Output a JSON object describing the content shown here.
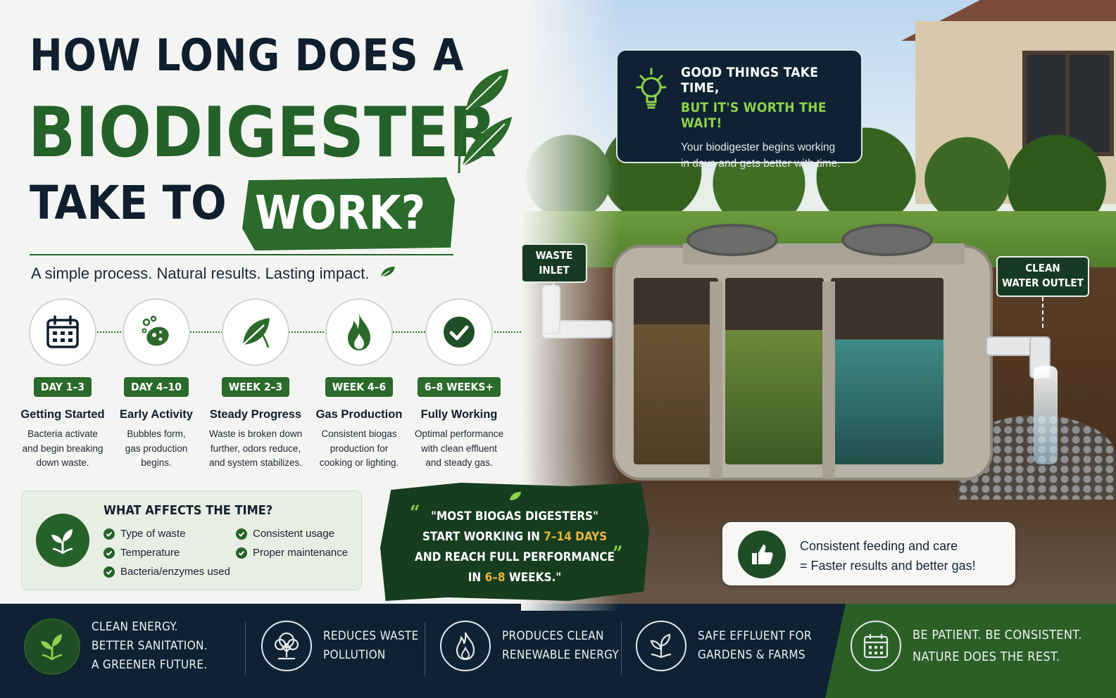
{
  "title": {
    "line1": "HOW LONG DOES A",
    "line2": "BIODIGESTER",
    "line3": "TAKE TO",
    "highlight": "WORK?"
  },
  "tagline": "A simple process. Natural results. Lasting impact.",
  "steps": [
    {
      "icon": "calendar-icon",
      "period": "DAY 1–3",
      "name": "Getting Started",
      "desc": [
        "Bacteria activate",
        "and begin breaking",
        "down waste."
      ]
    },
    {
      "icon": "bacteria-icon",
      "period": "DAY 4–10",
      "name": "Early Activity",
      "desc": [
        "Bubbles form,",
        "gas production",
        "begins."
      ]
    },
    {
      "icon": "leaf-icon",
      "period": "WEEK 2–3",
      "name": "Steady Progress",
      "desc": [
        "Waste is broken down",
        "further, odors reduce,",
        "and system stabilizes."
      ]
    },
    {
      "icon": "flame-icon",
      "period": "WEEK 4–6",
      "name": "Gas Production",
      "desc": [
        "Consistent biogas",
        "production for",
        "cooking or lighting."
      ]
    },
    {
      "icon": "check-icon",
      "period": "6–8 WEEKS+",
      "name": "Fully Working",
      "desc": [
        "Optimal performance",
        "with clean effluent",
        "and steady gas."
      ]
    }
  ],
  "affects": {
    "title": "WHAT AFFECTS THE TIME?",
    "items": [
      "Type of waste",
      "Temperature",
      "Bacteria/enzymes used",
      "Consistent usage",
      "Proper maintenance"
    ]
  },
  "quote": {
    "open_mark": "“",
    "close_mark": "”",
    "line1": "\"MOST BIOGAS DIGESTERS\"",
    "line2_a": "START WORKING IN ",
    "line2_hl": "7–14 DAYS",
    "line3": "AND REACH FULL PERFORMANCE",
    "line4_a": "IN ",
    "line4_hl": "6–8",
    "line4_b": " WEEKS.\""
  },
  "callout_top": {
    "line1": "GOOD THINGS TAKE TIME,",
    "line2": "BUT IT'S WORTH THE WAIT!",
    "body": [
      "Your biodigester begins working",
      "in days and gets better with time."
    ]
  },
  "labels": {
    "inlet": [
      "WASTE",
      "INLET"
    ],
    "outlet": [
      "CLEAN",
      "WATER OUTLET"
    ]
  },
  "callout_bottom": [
    "Consistent feeding and care",
    "= Faster results and better gas!"
  ],
  "bottom_bar": [
    {
      "icon": "leaves-icon",
      "lines": [
        "CLEAN ENERGY.",
        "BETTER SANITATION.",
        "A GREENER FUTURE."
      ]
    },
    {
      "icon": "tree-icon",
      "lines": [
        "REDUCES WASTE",
        "POLLUTION"
      ]
    },
    {
      "icon": "flame-icon",
      "lines": [
        "PRODUCES CLEAN",
        "RENEWABLE ENERGY"
      ]
    },
    {
      "icon": "sprout-icon",
      "lines": [
        "SAFE EFFLUENT FOR",
        "GARDENS & FARMS"
      ]
    },
    {
      "icon": "calendar-icon",
      "lines": [
        "BE PATIENT. BE CONSISTENT.",
        "NATURE DOES THE REST."
      ]
    }
  ],
  "colors": {
    "green": "#2b6a2a",
    "navy": "#0e2233",
    "lime": "#8ed14a",
    "gold": "#e8b53b"
  }
}
